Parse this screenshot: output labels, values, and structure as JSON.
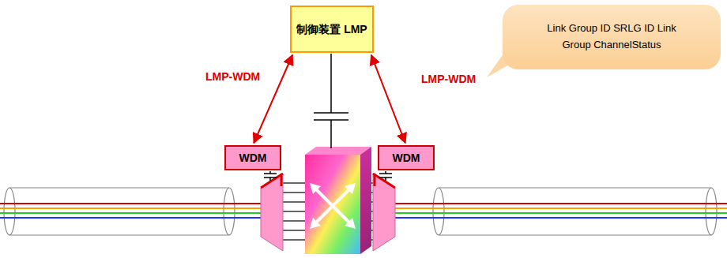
{
  "diagram": {
    "nodes": [
      {
        "text": [
          "制御装置 LMP"
        ]
      },
      {
        "text": [
          "WDM"
        ]
      },
      {
        "text": [
          "WDM"
        ]
      },
      {
        "text": [
          "Link Group ID SRLG ID Link Group ChannelStatus"
        ]
      }
    ],
    "edges": [
      {
        "from": 0,
        "to": 1,
        "label": "LMP-WDM",
        "arrow": "both"
      },
      {
        "from": 0,
        "to": 2,
        "label": "LMP-WDM",
        "arrow": "both"
      }
    ]
  }
}
